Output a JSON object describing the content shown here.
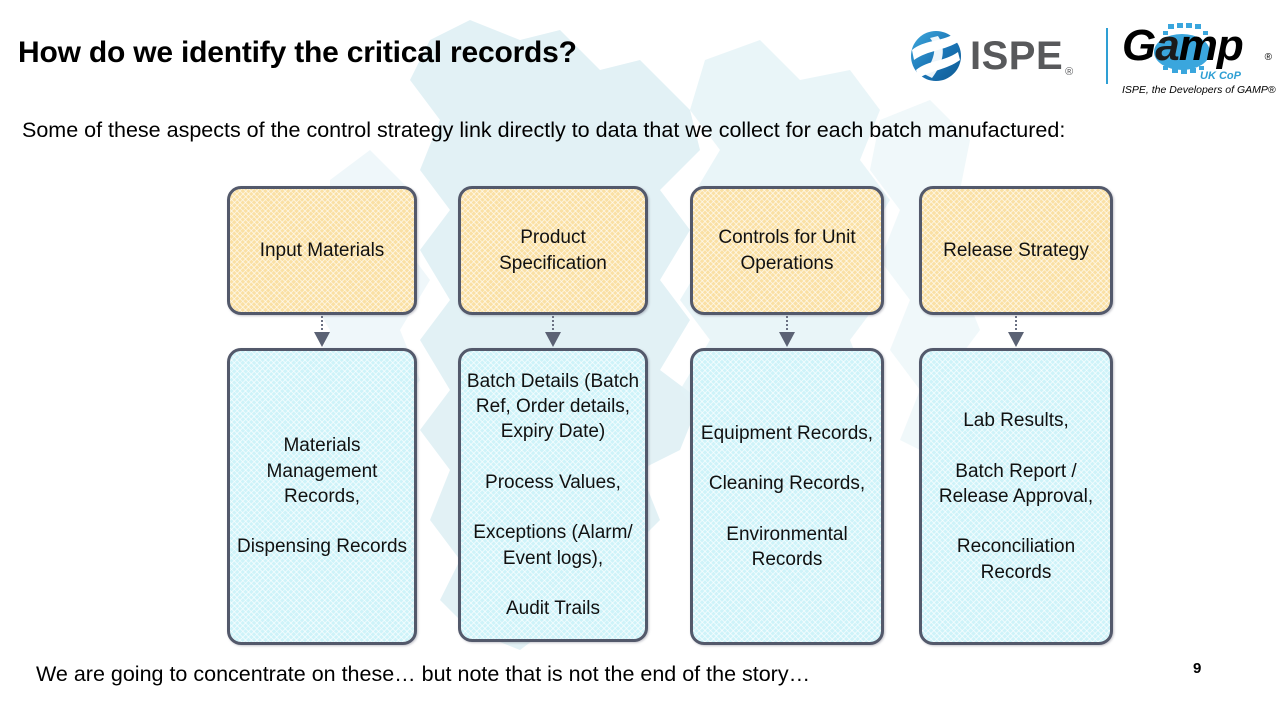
{
  "slide": {
    "title": "How do we identify the critical records?",
    "intro": "Some of these aspects of the control strategy link directly to data that we collect for each batch manufactured:",
    "footnote": "We are going to concentrate on these… but note that is not the end of the story…",
    "page_number": "9"
  },
  "logo": {
    "ispe_name": "ISPE",
    "ispe_registered": "®",
    "gamp_g": "G",
    "gamp_a": "a",
    "gamp_mp": "mp",
    "gamp_registered": "®",
    "gamp_subtitle": "UK CoP",
    "gamp_tagline": "ISPE, the Developers of GAMP®",
    "ispe_globe_icon": "ispe-globe-icon",
    "gamp_ellipse_icon": "gamp-ellipse-icon"
  },
  "colors": {
    "aspect_fill": "#FAE0A4",
    "records_fill": "#CEF3F9",
    "node_border": "#53596B",
    "arrow": "#5B6274",
    "logo_blue": "#2E9FD4",
    "watermark": "#DFF0F4"
  },
  "flow": {
    "arrow_icon": "down-arrow-icon",
    "columns": [
      {
        "aspect": "Input Materials",
        "records": "Materials\nManagement\nRecords,\n\nDispensing Records"
      },
      {
        "aspect": "Product\nSpecification",
        "records": "Batch Details (Batch\nRef, Order details,\nExpiry Date)\n\nProcess Values,\n\nExceptions (Alarm/\nEvent logs),\n\nAudit Trails"
      },
      {
        "aspect": "Controls for Unit\nOperations",
        "records": "Equipment Records,\n\nCleaning Records,\n\nEnvironmental\nRecords"
      },
      {
        "aspect": "Release Strategy",
        "records": "Lab Results,\n\nBatch Report /\nRelease Approval,\n\nReconciliation\nRecords"
      }
    ]
  }
}
